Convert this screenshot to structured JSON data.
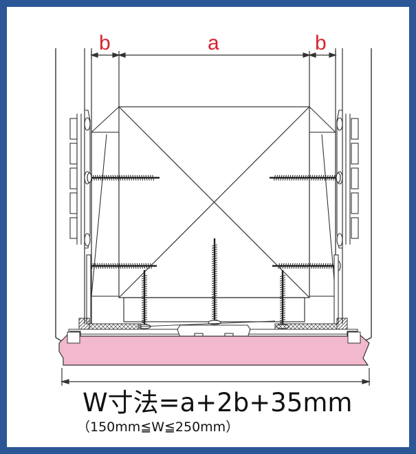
{
  "labels": {
    "b_left": "b",
    "a": "a",
    "b_right": "b"
  },
  "formula": "W寸法=a+2b+35mm",
  "range": "（150mm≦W≦250mm）",
  "colors": {
    "frame": "#2b5797",
    "dimension_text": "#d5232f",
    "board": "#f2b8cd",
    "line": "#222222"
  }
}
